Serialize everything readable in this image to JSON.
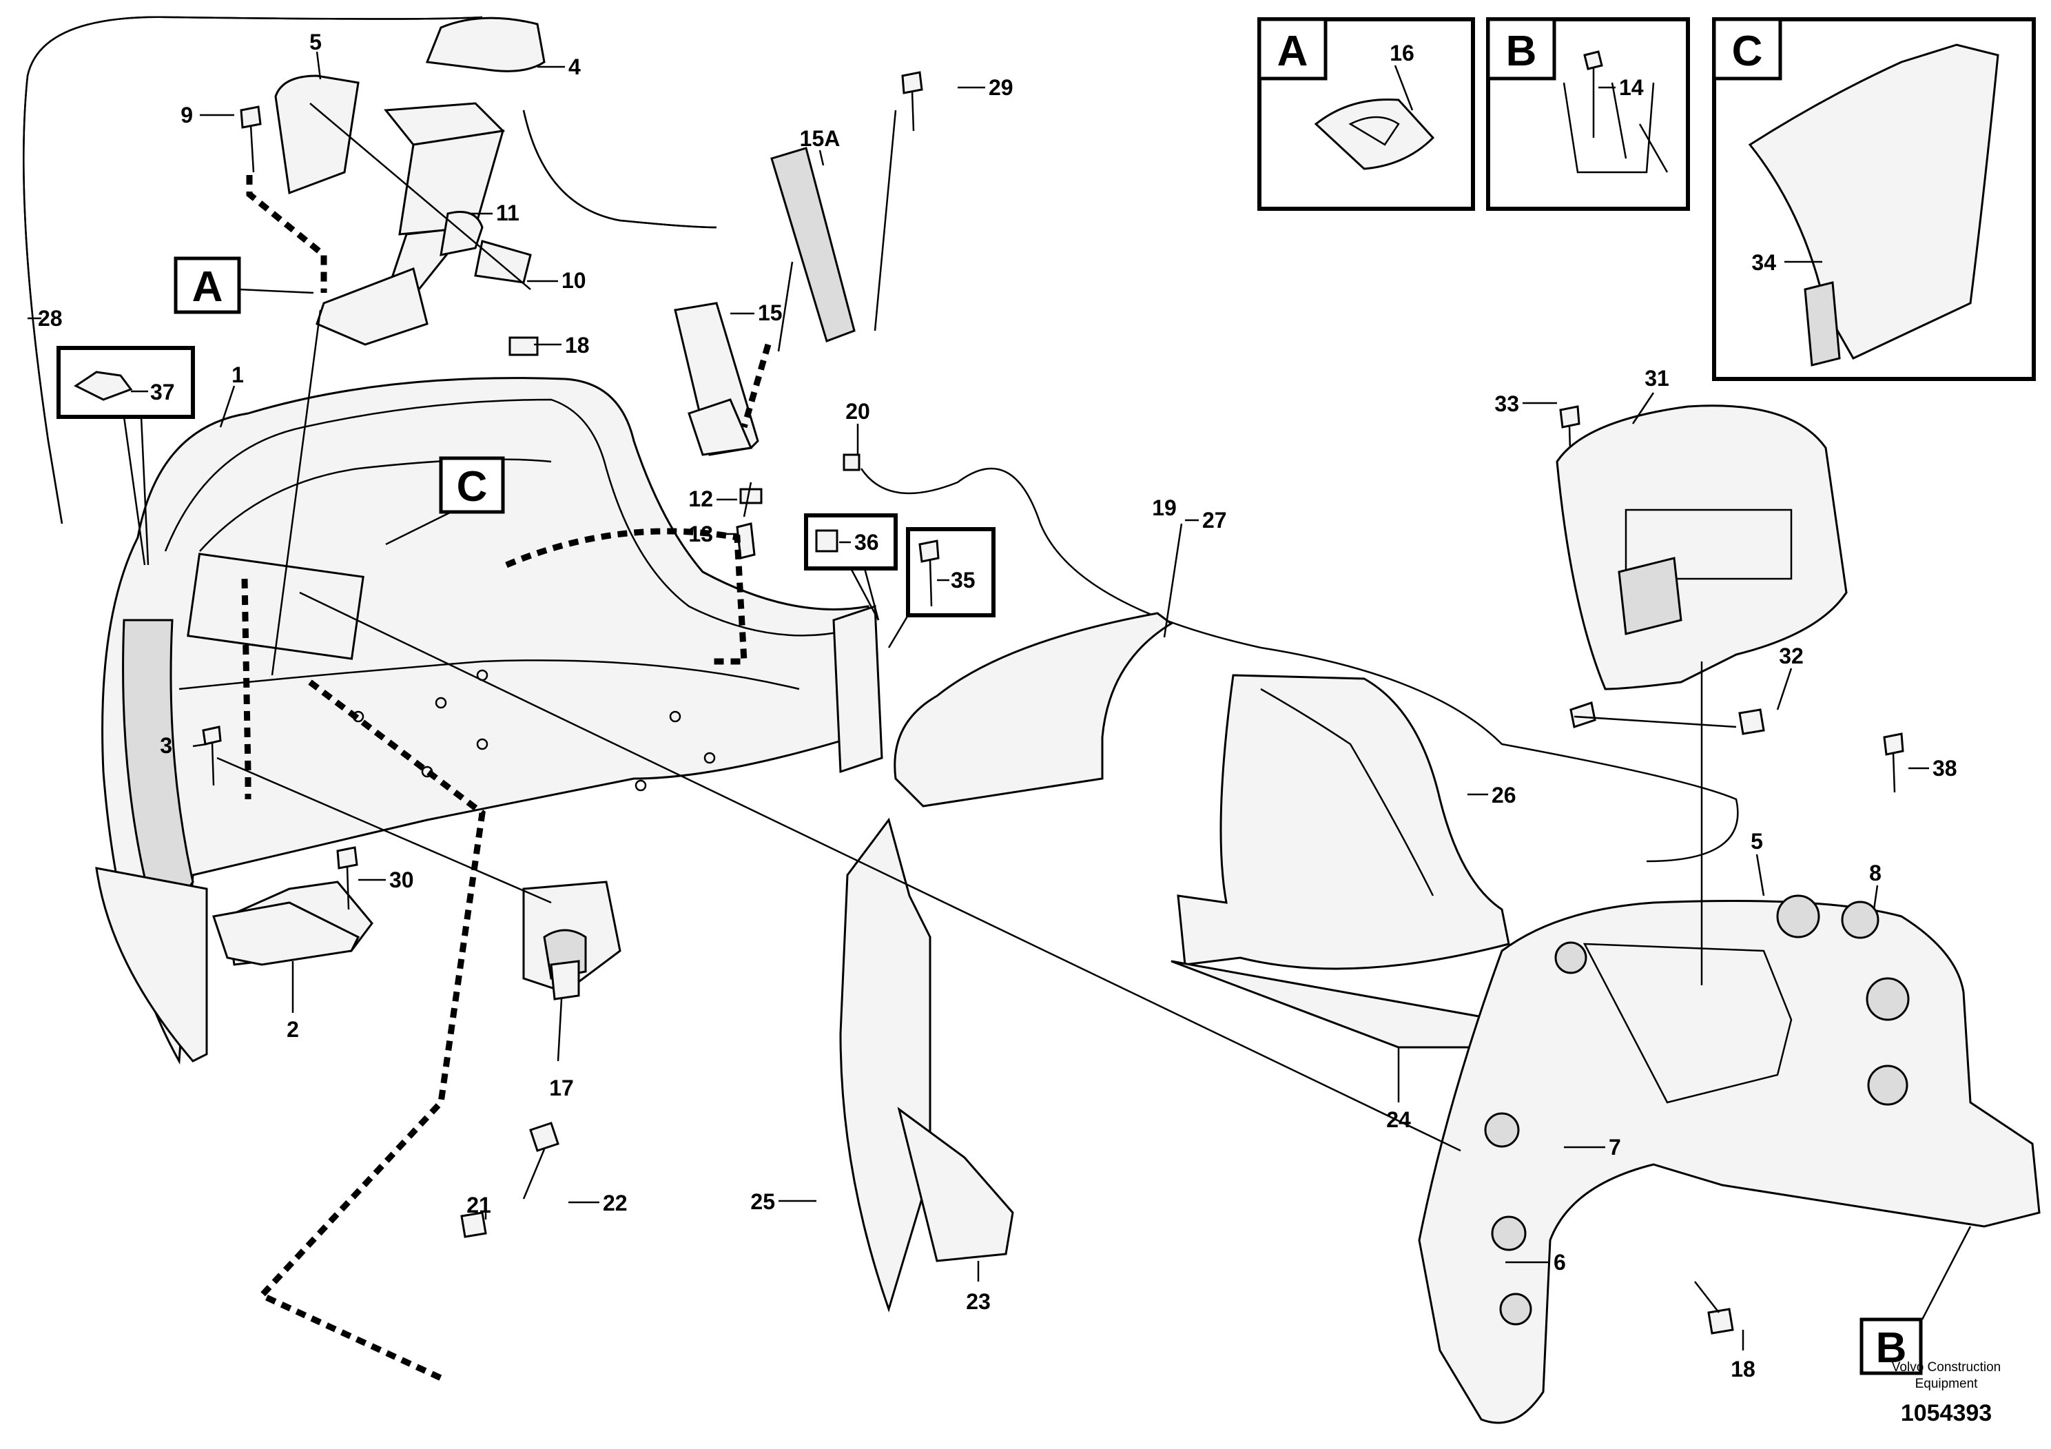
{
  "callouts": {
    "c1": "1",
    "c2": "2",
    "c3": "3",
    "c4": "4",
    "c5a": "5",
    "c5b": "5",
    "c6": "6",
    "c7": "7",
    "c8": "8",
    "c9": "9",
    "c10": "10",
    "c11": "11",
    "c12": "12",
    "c13": "13",
    "c14": "14",
    "c15": "15",
    "c15a": "15A",
    "c16": "16",
    "c17": "17",
    "c18a": "18",
    "c18b": "18",
    "c19": "19",
    "c20": "20",
    "c21": "21",
    "c22": "22",
    "c23": "23",
    "c24": "24",
    "c25": "25",
    "c26": "26",
    "c27": "27",
    "c28": "28",
    "c29": "29",
    "c30": "30",
    "c31": "31",
    "c32": "32",
    "c33": "33",
    "c34": "34",
    "c35": "35",
    "c36": "36",
    "c37": "37",
    "c38": "38"
  },
  "detail_tags": {
    "a_main": "A",
    "c_main": "C",
    "b_main": "B",
    "a_inset": "A",
    "b_inset": "B",
    "c_inset": "C"
  },
  "footer": {
    "brand_line1": "Volvo Construction",
    "brand_line2": "Equipment",
    "drawing_number": "1054393"
  }
}
